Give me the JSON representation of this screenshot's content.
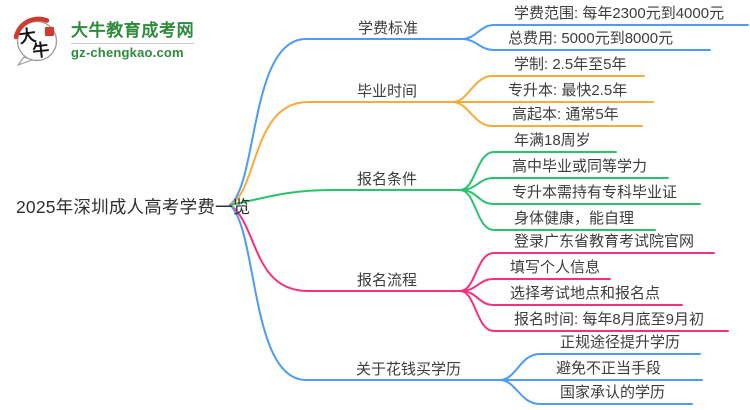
{
  "logo": {
    "badge_char_1": "大",
    "badge_char_2": "牛",
    "site_name": "大牛教育成考网",
    "site_domain": "gz-chengkao.com"
  },
  "root": {
    "title": "2025年深圳成人高考学费一览"
  },
  "palette": {
    "blue": "#4D9BF2",
    "orange": "#F7AC38",
    "green": "#2BC26E",
    "pink": "#F5317F",
    "node_text": "#3d3d3d",
    "logo_green": "#2E8B3C",
    "logo_red": "#CE3A2F"
  },
  "branches": [
    {
      "label": "学费标准",
      "color": "#4D9BF2",
      "children": [
        {
          "label": "学费范围: 每年2300元到4000元"
        },
        {
          "label": "总费用: 5000元到8000元"
        }
      ]
    },
    {
      "label": "毕业时间",
      "color": "#F7AC38",
      "children": [
        {
          "label": "学制: 2.5年至5年"
        },
        {
          "label": "专升本: 最快2.5年"
        },
        {
          "label": "高起本: 通常5年"
        }
      ]
    },
    {
      "label": "报名条件",
      "color": "#2BC26E",
      "children": [
        {
          "label": "年满18周岁"
        },
        {
          "label": "高中毕业或同等学力"
        },
        {
          "label": "专升本需持有专科毕业证"
        },
        {
          "label": "身体健康，能自理"
        }
      ]
    },
    {
      "label": "报名流程",
      "color": "#F5317F",
      "children": [
        {
          "label": "登录广东省教育考试院官网"
        },
        {
          "label": "填写个人信息"
        },
        {
          "label": "选择考试地点和报名点"
        },
        {
          "label": "报名时间: 每年8月底至9月初"
        }
      ]
    },
    {
      "label": "关于花钱买学历",
      "color": "#4D9BF2",
      "children": [
        {
          "label": "正规途径提升学历"
        },
        {
          "label": "避免不正当手段"
        },
        {
          "label": "国家承认的学历"
        }
      ]
    }
  ]
}
